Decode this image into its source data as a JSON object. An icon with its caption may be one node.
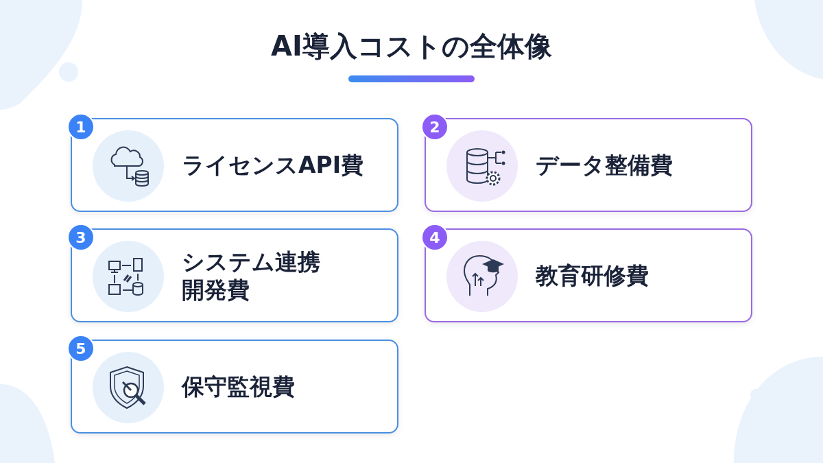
{
  "diagram": {
    "title": "AI導入コストの全体像",
    "nodes": [
      {
        "text": [
          "ライセンスAPI費"
        ]
      },
      {
        "text": [
          "1"
        ]
      },
      {
        "text": [
          "データ整備費"
        ]
      },
      {
        "text": [
          "2"
        ]
      },
      {
        "text": [
          "システム連携開発費"
        ]
      },
      {
        "text": [
          "3"
        ]
      },
      {
        "text": [
          "教育研修費"
        ]
      },
      {
        "text": [
          "4"
        ]
      },
      {
        "text": [
          "保守監視費"
        ]
      },
      {
        "text": [
          "5"
        ]
      }
    ],
    "edges": []
  }
}
